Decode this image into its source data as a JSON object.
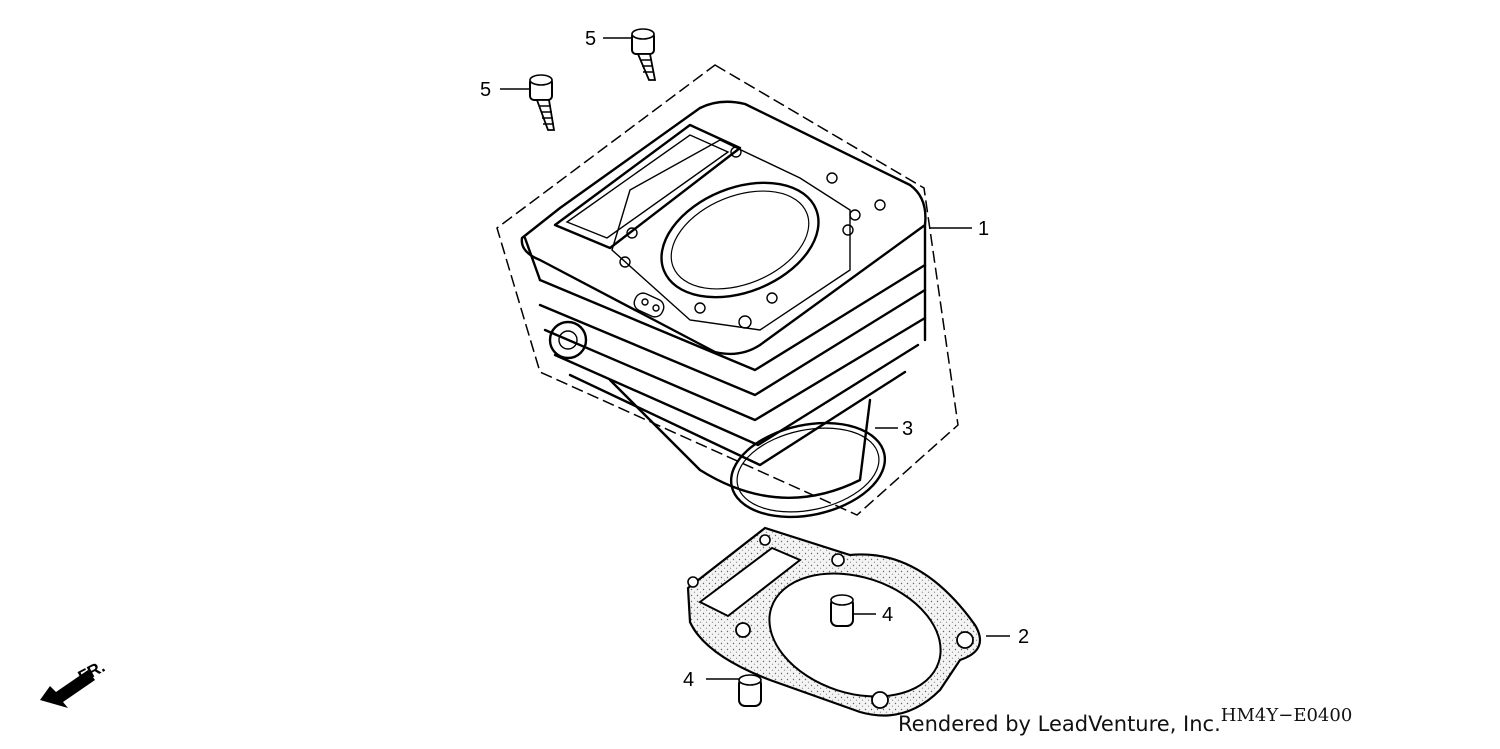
{
  "diagram_code": "HM4Y−E0400",
  "credit": "Rendered by LeadVenture, Inc.",
  "front_marker": "FR.",
  "callouts": [
    {
      "id": "cylinder",
      "number": "1"
    },
    {
      "id": "cylinder-gasket",
      "number": "2"
    },
    {
      "id": "o-ring",
      "number": "3"
    },
    {
      "id": "dowel-pin-upper",
      "number": "4"
    },
    {
      "id": "dowel-pin-lower",
      "number": "4"
    },
    {
      "id": "flange-bolt-right",
      "number": "5"
    },
    {
      "id": "flange-bolt-left",
      "number": "5"
    }
  ]
}
